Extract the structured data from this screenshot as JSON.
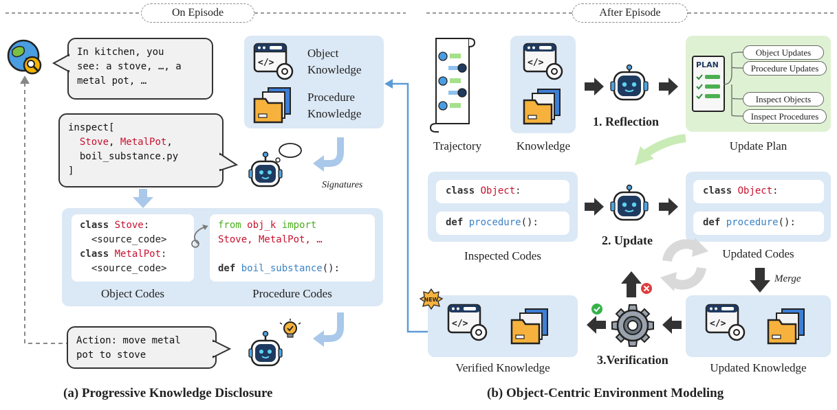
{
  "left": {
    "header": "On Episode",
    "observation": "In kitchen, you\nsee: a stove, …, a\nmetal pot, …",
    "inspect_prefix": "inspect[",
    "inspect_red1": "Stove",
    "inspect_sep": ", ",
    "inspect_red2": "MetalPot",
    "inspect_tail": ",",
    "inspect_line3": "  boil_substance.py",
    "inspect_close": "]",
    "knowledge_object": "Object\nKnowledge",
    "knowledge_procedure": "Procedure\nKnowledge",
    "signatures": "Signatures",
    "object_code": {
      "kw": "class",
      "name1": "Stove",
      "name2": "MetalPot",
      "colon": ":",
      "src": "<source_code>"
    },
    "procedure_code": {
      "from": "from",
      "module": "obj_k",
      "import": "import",
      "line2": "Stove, MetalPot, …",
      "def": "def",
      "fn": "boil_substance",
      "tail": "():"
    },
    "object_codes_label": "Object Codes",
    "procedure_codes_label": "Procedure Codes",
    "action": "Action: move metal\npot to stove",
    "caption": "(a) Progressive Knowledge Disclosure"
  },
  "right": {
    "header": "After Episode",
    "trajectory_label": "Trajectory",
    "knowledge_label": "Knowledge",
    "reflection": "1. Reflection",
    "plan_title": "PLAN",
    "plan_items": [
      "Object Updates",
      "Procedure Updates",
      "Inspect Objects",
      "Inspect Procedures"
    ],
    "update_plan_label": "Update Plan",
    "code": {
      "class_kw": "class",
      "class_name": "Object",
      "colon": ":",
      "def_kw": "def",
      "fn": "procedure",
      "tail": "():"
    },
    "inspected_codes_label": "Inspected Codes",
    "update": "2. Update",
    "updated_codes_label": "Updated Codes",
    "merge": "Merge",
    "new_badge": "NEW",
    "verified_label": "Verified Knowledge",
    "verification": "3.Verification",
    "updated_knowledge_label": "Updated Knowledge",
    "caption": "(b) Object-Centric Environment Modeling"
  },
  "colors": {
    "panel": "#dbe8f5",
    "accent_blue": "#5b9bd5",
    "keyword_red": "#c8102e",
    "fn_blue": "#3b82c4",
    "import_green": "#4caf20",
    "plan_bg": "#dff1d3"
  }
}
